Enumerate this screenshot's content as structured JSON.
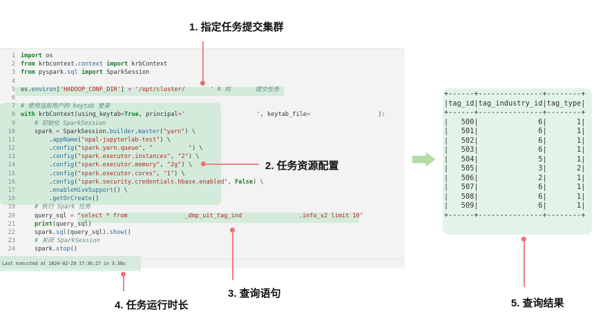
{
  "annotations": {
    "a1": "1. 指定任务提交集群",
    "a2": "2. 任务资源配置",
    "a3": "3. 查询语句",
    "a4": "4. 任务运行时长",
    "a5": "5. 查询结果"
  },
  "code": {
    "line_numbers": [
      "1",
      "2",
      "3",
      "4",
      "5",
      "6",
      "7",
      "8",
      "9",
      "10",
      "11",
      "12",
      "13",
      "14",
      "15",
      "16",
      "17",
      "18",
      "19",
      "20",
      "21",
      "22",
      "23",
      "24"
    ],
    "l1": {
      "k1": "import",
      "t1": " os"
    },
    "l2": {
      "k1": "from",
      "t1": " krbcontext.",
      "f1": "context",
      "t2": " ",
      "k2": "import",
      "t3": " krbContext"
    },
    "l3": {
      "k1": "from",
      "t1": " pyspark.",
      "f1": "sql",
      "t2": " ",
      "k2": "import",
      "t3": " SparkSession"
    },
    "l5": {
      "t1": "os.",
      "f1": "environ",
      "t2": "[",
      "s1": "'HADOOP_CONF_DIR'",
      "t3": "] ",
      "o1": "=",
      "t4": " ",
      "s2": "'/opt/cluster/       '",
      "c1": " # 向       提交任务"
    },
    "l7": {
      "c1": "# 使用当前用户的 keytab 登录"
    },
    "l8": {
      "k1": "with",
      "t1": " krbContext(using_keytab",
      "o1": "=",
      "k2": "True",
      "t2": ", principal",
      "o2": "=",
      "s1": "'                    '",
      "t3": ", keytab_file",
      "o3": "=",
      "t4": "                   ):"
    },
    "l9": {
      "c1": "# 初始化 SparkSession"
    },
    "l10": {
      "t1": "spark ",
      "o1": "=",
      "t2": " SparkSession.",
      "f1": "builder",
      "t3": ".",
      "f2": "master",
      "t4": "(",
      "s1": "\"yarn\"",
      "t5": ") \\"
    },
    "l11": {
      "t1": ".",
      "f1": "appName",
      "t2": "(",
      "s1": "\"opal-jupyterlab-test\"",
      "t3": ") \\"
    },
    "l12": {
      "t1": ".",
      "f1": "config",
      "t2": "(",
      "s1": "\"spark.yarn.queue\"",
      "t3": ", ",
      "s2": "\"          \"",
      "t4": ") \\"
    },
    "l13": {
      "t1": ".",
      "f1": "config",
      "t2": "(",
      "s1": "\"spark.executor.instances\"",
      "t3": ", ",
      "s2": "\"2\"",
      "t4": ") \\"
    },
    "l14": {
      "t1": ".",
      "f1": "config",
      "t2": "(",
      "s1": "\"spark.executor.memory\"",
      "t3": ", ",
      "s2": "\"2g\"",
      "t4": ") \\"
    },
    "l15": {
      "t1": ".",
      "f1": "config",
      "t2": "(",
      "s1": "\"spark.executor.cores\"",
      "t3": ", ",
      "s2": "\"1\"",
      "t4": ") \\"
    },
    "l16": {
      "t1": ".",
      "f1": "config",
      "t2": "(",
      "s1": "\"spark.security.credentials.hbase.enabled\"",
      "t3": ", ",
      "k1": "False",
      "t4": ") \\"
    },
    "l17": {
      "t1": ".",
      "f1": "enableHiveSupport",
      "t2": "() \\"
    },
    "l18": {
      "t1": ".",
      "f1": "getOrCreate",
      "t2": "()"
    },
    "l19": {
      "c1": "# 执行 Spark 任务"
    },
    "l20": {
      "t1": "query_sql ",
      "o1": "=",
      "t2": " ",
      "s1": "\"select * from                _dmp_uit_tag_ind                .info_v2 limit 10\""
    },
    "l21": {
      "k1": "print",
      "t1": "(query_sql)"
    },
    "l22": {
      "t1": "spark.",
      "f1": "sql",
      "t2": "(query_sql).",
      "f2": "show",
      "t3": "()"
    },
    "l23": {
      "c1": "# 关闭 SparkSession"
    },
    "l24": {
      "t1": "spark.",
      "f1": "stop",
      "t2": "()"
    }
  },
  "exec_status": "Last executed at 2024-02-29 17:36:27 in 3.38s",
  "result": {
    "border": "+------+---------------+--------+",
    "header": "|tag_id|tag_industry_id|tag_type|",
    "rows": [
      "|   500|              6|       1|",
      "|   501|              6|       1|",
      "|   502|              6|       1|",
      "|   503|              6|       1|",
      "|   504|              5|       1|",
      "|   505|              3|       2|",
      "|   506|              2|       1|",
      "|   507|              6|       1|",
      "|   508|              6|       1|",
      "|   509|              6|       1|"
    ]
  }
}
